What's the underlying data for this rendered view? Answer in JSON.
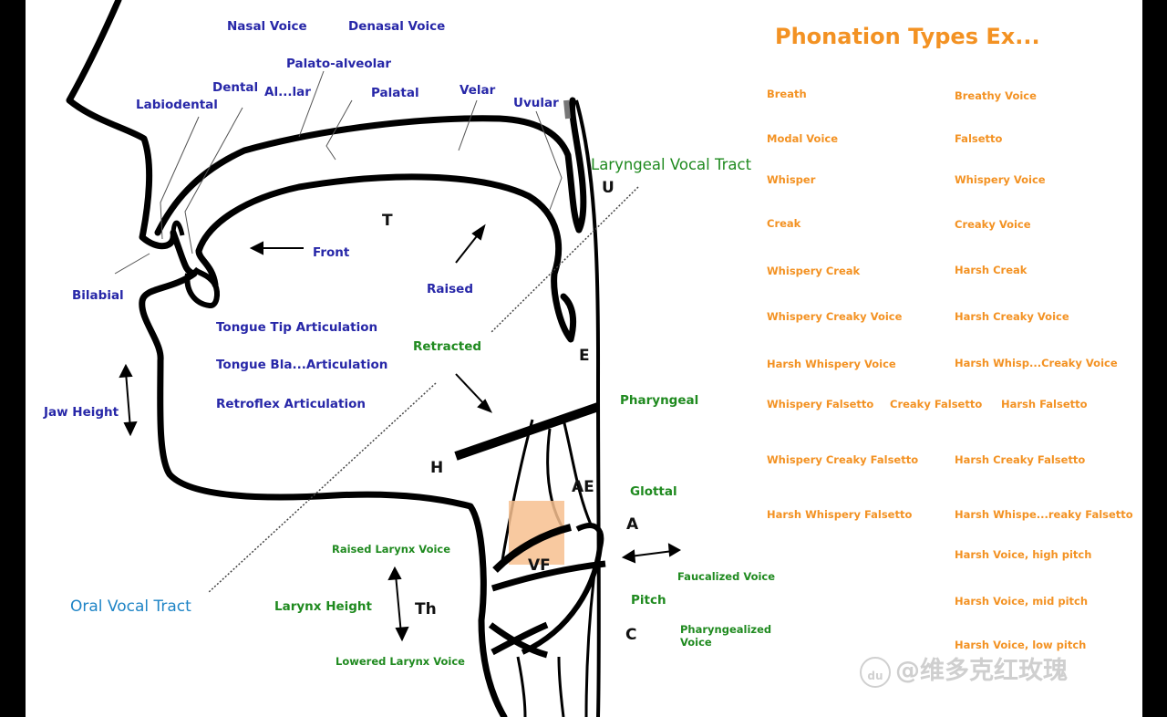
{
  "title": "Phonation Types Ex...",
  "places": {
    "nasal": "Nasal Voice",
    "denasal": "Denasal Voice",
    "palato_alveolar": "Palato-alveolar",
    "dental": "Dental",
    "alveolar": "Al...lar",
    "palatal": "Palatal",
    "velar": "Velar",
    "uvular": "Uvular",
    "labiodental": "Labiodental",
    "bilabial": "Bilabial"
  },
  "tongue": {
    "front": "Front",
    "raised": "Raised",
    "retracted": "Retracted",
    "tip": "Tongue Tip Articulation",
    "blade": "Tongue Bla...Articulation",
    "retroflex": "Retroflex Articulation"
  },
  "misc": {
    "jaw_height": "Jaw Height",
    "laryngeal_tract": "Laryngeal Vocal Tract",
    "oral_tract": "Oral Vocal Tract",
    "pharyngeal": "Pharyngeal",
    "glottal": "Glottal",
    "raised_larynx": "Raised Larynx Voice",
    "larynx_height": "Larynx Height",
    "lowered_larynx": "Lowered Larynx Voice",
    "pitch": "Pitch",
    "faucalized": "Faucalized Voice",
    "pharyngealized": "Pharyngealized\nVoice"
  },
  "letters": {
    "t": "T",
    "u": "U",
    "e": "E",
    "h": "H",
    "ae": "AE",
    "vf": "VF",
    "a": "A",
    "th": "Th",
    "c": "C"
  },
  "phonation_types": [
    "Breath",
    "Breathy Voice",
    "Modal Voice",
    "Falsetto",
    "Whisper",
    "Whispery Voice",
    "Creak",
    "Creaky Voice",
    "Whispery Creak",
    "Harsh Creak",
    "Whispery Creaky Voice",
    "Harsh Creaky Voice",
    "Harsh Whispery Voice",
    "Harsh Whisp...Creaky Voice",
    "Whispery Falsetto",
    "Creaky Falsetto",
    "Harsh Falsetto",
    "Whispery Creaky Falsetto",
    "Harsh Creaky Falsetto",
    "Harsh Whispery Falsetto",
    "Harsh Whispe...reaky Falsetto",
    "Harsh Voice, high pitch",
    "Harsh Voice, mid pitch",
    "Harsh Voice, low pitch"
  ],
  "watermark": "@维多克红玫瑰",
  "watermark_logo": "du",
  "colors": {
    "place_labels": "#2727a8",
    "green_labels": "#1f8a1f",
    "phonation_labels": "#f39223",
    "oral_tract_label": "#1e84c6",
    "glottis_highlight": "#f7c08f"
  }
}
